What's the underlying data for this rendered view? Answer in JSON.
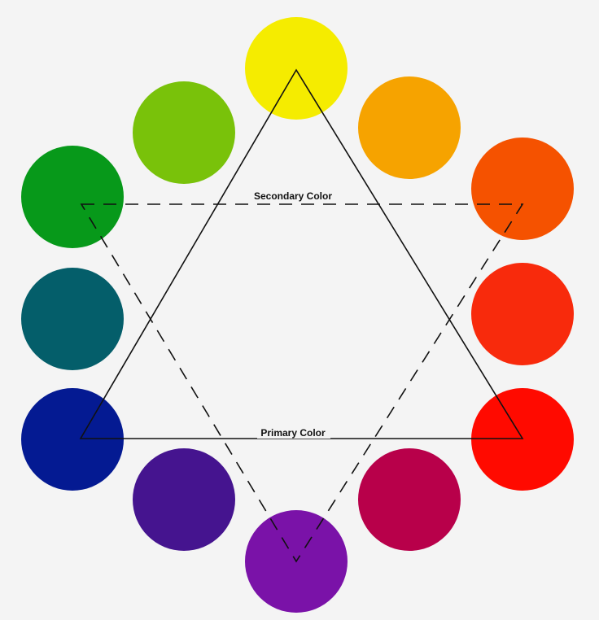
{
  "diagram": {
    "labels": {
      "secondary": "Secondary Color",
      "primary": "Primary Color"
    },
    "swatches": [
      {
        "name": "yellow",
        "color": "#f5ec00"
      },
      {
        "name": "yellow-orange",
        "color": "#f6a300"
      },
      {
        "name": "orange",
        "color": "#f55200"
      },
      {
        "name": "red-orange",
        "color": "#f82a0c"
      },
      {
        "name": "red",
        "color": "#ff0a00"
      },
      {
        "name": "red-violet",
        "color": "#b8004a"
      },
      {
        "name": "violet",
        "color": "#7a12a8"
      },
      {
        "name": "blue-violet",
        "color": "#45148f"
      },
      {
        "name": "blue",
        "color": "#041a92"
      },
      {
        "name": "blue-green",
        "color": "#045e6a"
      },
      {
        "name": "green",
        "color": "#07991a"
      },
      {
        "name": "yellow-green",
        "color": "#79c20a"
      }
    ],
    "line_color": "#111111",
    "background": "#f4f4f4"
  }
}
